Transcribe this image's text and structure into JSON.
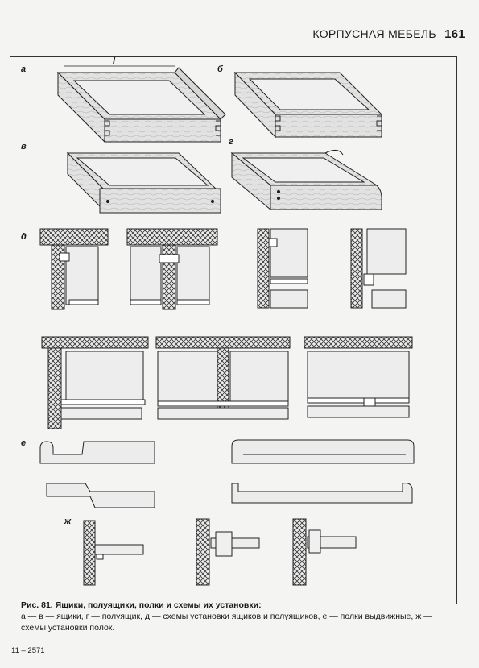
{
  "header": {
    "title": "КОРПУСНАЯ МЕБЕЛЬ",
    "page_number": "161"
  },
  "labels": {
    "a": "а",
    "b": "б",
    "v": "в",
    "g": "г",
    "d": "д",
    "e": "е",
    "zh": "ж",
    "dim_l": "l"
  },
  "caption": {
    "title": "Рис. 81. Ящики, полуящики, полки и схемы их установки:",
    "body": "а — в — ящики, г — полуящик, д — схемы установки ящиков и полуящиков, е — полки выдвижные, ж — схемы установки полок."
  },
  "footer": {
    "sheet": "11 – 2571"
  }
}
